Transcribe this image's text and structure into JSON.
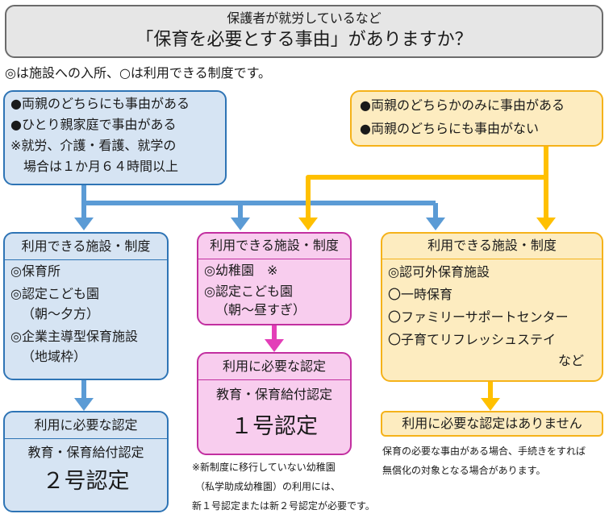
{
  "question": {
    "line1": "保護者が就労しているなど",
    "line2": "「保育を必要とする事由」がありますか？"
  },
  "legend": "◎は施設への入所、○は利用できる制度です。",
  "left_condition": {
    "items": [
      "●両親のどちらにも事由がある",
      "●ひとり親家庭で事由がある",
      "※就労、介護・看護、就学の",
      "　場合は１か月６４時間以上"
    ]
  },
  "right_condition": {
    "items": [
      "●両親のどちらかのみに事由がある",
      "●両親のどちらにも事由がない"
    ]
  },
  "facilities_left": {
    "header": "利用できる施設・制度",
    "items": [
      "◎保育所",
      "◎認定こども園",
      "（朝～夕方）",
      "◎企業主導型保育施設",
      "（地域枠）"
    ]
  },
  "facilities_middle": {
    "header": "利用できる施設・制度",
    "items": [
      "◎幼稚園　※",
      "◎認定こども園",
      "（朝～昼すぎ）"
    ]
  },
  "facilities_right": {
    "header": "利用できる施設・制度",
    "items": [
      "◎認可外保育施設",
      "〇一時保育",
      "〇ファミリーサポートセンター",
      "〇子育てリフレッシュステイ",
      "など"
    ]
  },
  "cert_left": {
    "header": "利用に必要な認定",
    "sub": "教育・保育給付認定",
    "value": "２号認定"
  },
  "cert_middle": {
    "header": "利用に必要な認定",
    "sub": "教育・保育給付認定",
    "value": "１号認定"
  },
  "cert_right": {
    "header": "利用に必要な認定はありません",
    "note1": "保育の必要な事由がある場合、手続きをすれば",
    "note2": "無償化の対象となる場合があります。"
  },
  "footnote": [
    "※新制度に移行していない幼稚園",
    "（私学助成幼稚園）の利用には、",
    "新１号認定または新２号認定が必要です。"
  ],
  "colors": {
    "blue": "#5b9bd5",
    "pink": "#e33fb8",
    "yellow": "#ffc000"
  }
}
